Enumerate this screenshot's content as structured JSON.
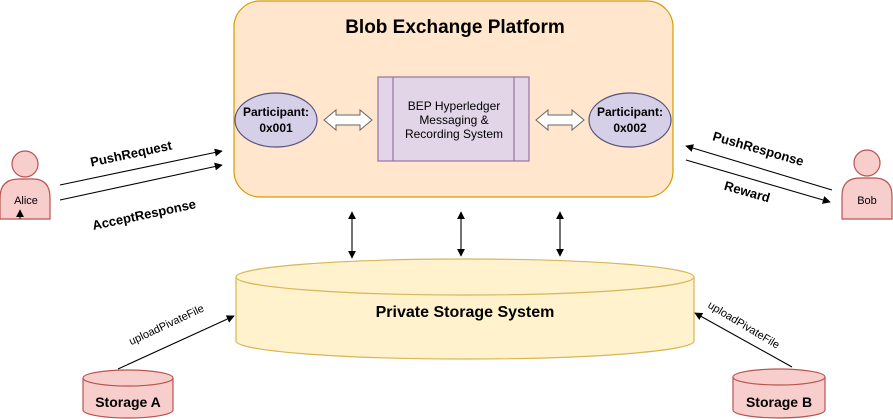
{
  "platform": {
    "title": "Blob Exchange Platform",
    "participant_a": [
      "Participant:",
      "0x001"
    ],
    "participant_b": [
      "Participant:",
      "0x002"
    ],
    "messaging_system": [
      "BEP Hyperledger",
      "Messaging &",
      "Recording System"
    ]
  },
  "actors": {
    "alice": "Alice",
    "bob": "Bob"
  },
  "flows": {
    "push_request": "PushRequest",
    "accept_response": "AcceptResponse",
    "push_response": "PushResponse",
    "reward": "Reward",
    "upload_a": "uploadPivateFile",
    "upload_b": "uploadPivateFile"
  },
  "storage": {
    "system": "Private Storage System",
    "a": "Storage A",
    "b": "Storage B"
  },
  "colors": {
    "platform_fill": "#ffe6cc",
    "platform_stroke": "#d79b00",
    "participant_fill": "#d5d0e8",
    "participant_stroke": "#56517e",
    "system_fill": "#e1d5e7",
    "system_stroke": "#9673a6",
    "actor_fill": "#f8cecc",
    "actor_stroke": "#b85450",
    "storage_fill": "#fff2cc",
    "storage_stroke": "#d6b656"
  }
}
